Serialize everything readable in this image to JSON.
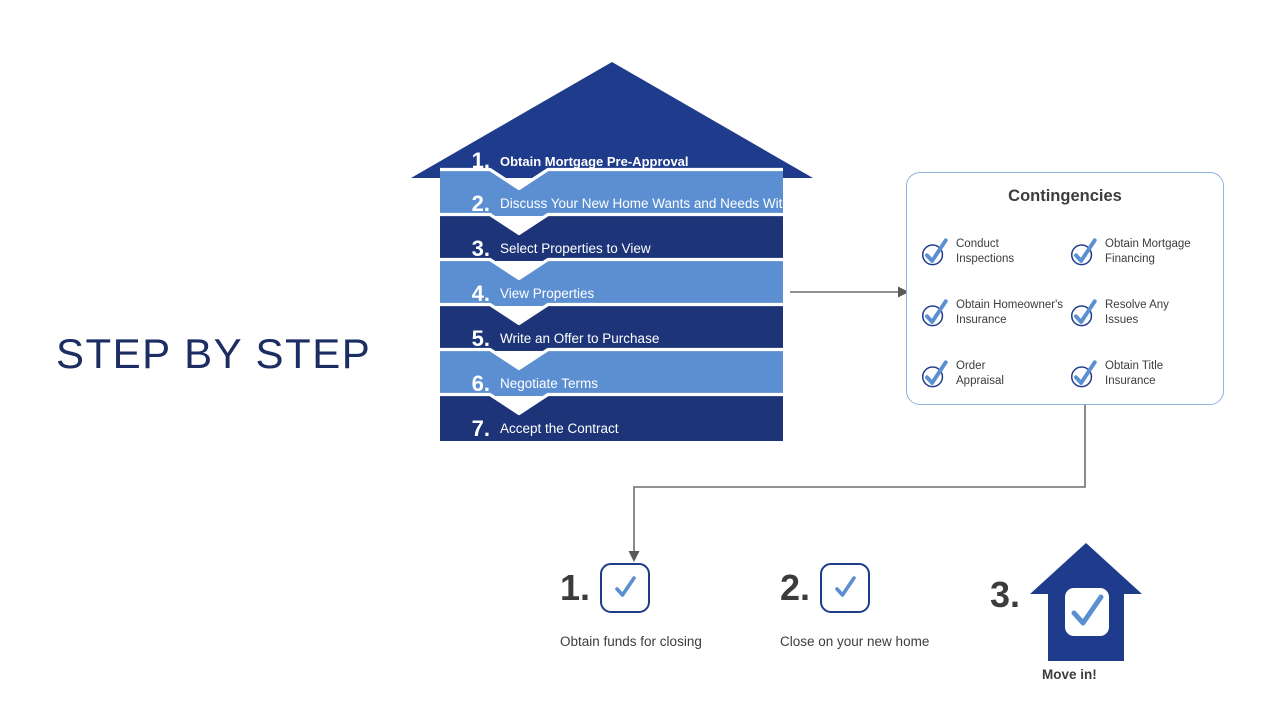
{
  "page": {
    "title": "STEP BY STEP",
    "background": "#ffffff"
  },
  "colors": {
    "navy_dark": "#1f3b8c",
    "navy_deep": "#1d3578",
    "blue_light": "#5b8fd1",
    "check_blue": "#5b8fd1",
    "panel_border": "#8fb4dd",
    "connector_gray": "#6e6e6e",
    "title_navy": "#1b2d63",
    "text_gray": "#3c3c3c"
  },
  "steps": {
    "items": [
      {
        "num": "1.",
        "label": "Obtain Mortgage Pre-Approval",
        "style": "roof",
        "bold": true
      },
      {
        "num": "2.",
        "label": "Discuss Your New Home Wants and Needs With Me",
        "style": "light",
        "bold": false
      },
      {
        "num": "3.",
        "label": "Select Properties to View",
        "style": "dark",
        "bold": false
      },
      {
        "num": "4.",
        "label": "View Properties",
        "style": "light",
        "bold": false
      },
      {
        "num": "5.",
        "label": "Write an Offer to Purchase",
        "style": "dark",
        "bold": false
      },
      {
        "num": "6.",
        "label": "Negotiate Terms",
        "style": "light",
        "bold": false
      },
      {
        "num": "7.",
        "label": "Accept the Contract",
        "style": "dark",
        "bold": false
      }
    ]
  },
  "contingencies": {
    "title": "Contingencies",
    "items": [
      {
        "icon": "circle-check-icon",
        "line1": "Conduct",
        "line2": "Inspections"
      },
      {
        "icon": "circle-check-icon",
        "line1": "Obtain Mortgage",
        "line2": "Financing"
      },
      {
        "icon": "circle-check-icon",
        "line1": "Obtain Homeowner's",
        "line2": "Insurance"
      },
      {
        "icon": "circle-check-icon",
        "line1": "Resolve Any",
        "line2": "Issues"
      },
      {
        "icon": "circle-check-icon",
        "line1": "Order",
        "line2": "Appraisal"
      },
      {
        "icon": "circle-check-icon",
        "line1": "Obtain Title",
        "line2": "Insurance"
      }
    ]
  },
  "closing_steps": {
    "items": [
      {
        "num": "1.",
        "icon": "checkbox-check-icon",
        "caption": "Obtain funds for closing",
        "bold": false
      },
      {
        "num": "2.",
        "icon": "checkbox-check-icon",
        "caption": "Close on your new home",
        "bold": false
      },
      {
        "num": "3.",
        "icon": "house-check-icon",
        "caption": "Move in!",
        "bold": true
      }
    ]
  },
  "connectors": {
    "steps_to_contingencies": "arrow-right-icon",
    "contingencies_to_closing": "elbow-arrow-down-icon"
  }
}
